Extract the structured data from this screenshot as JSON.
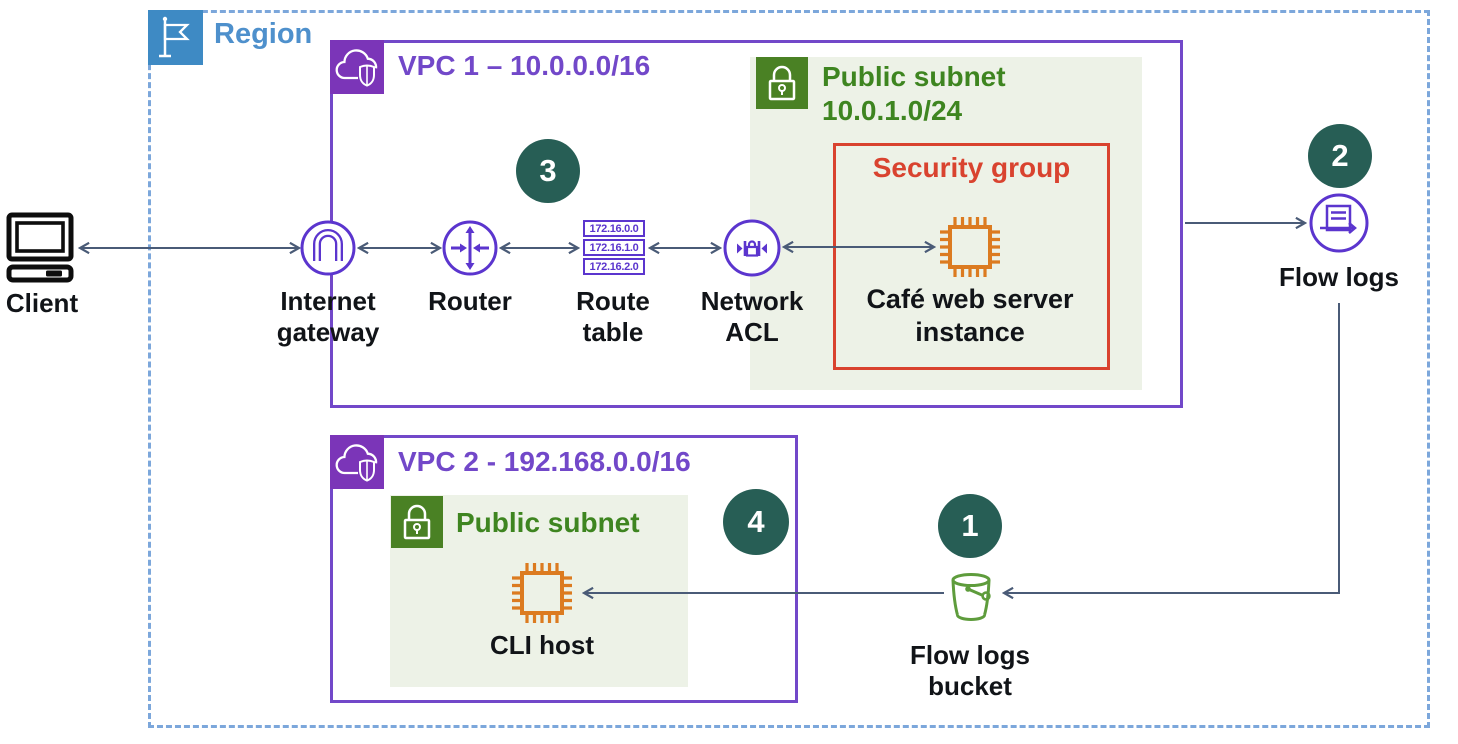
{
  "region": {
    "label": "Region"
  },
  "vpc1": {
    "label": "VPC 1 – 10.0.0.0/16"
  },
  "vpc2": {
    "label": "VPC 2 - 192.168.0.0/16"
  },
  "subnet1": {
    "line1": "Public subnet",
    "line2": "10.0.1.0/24"
  },
  "subnet2": {
    "label": "Public subnet"
  },
  "security_group": {
    "label": "Security group"
  },
  "route_table": {
    "entries": [
      "172.16.0.0",
      "172.16.1.0",
      "172.16.2.0"
    ]
  },
  "labels": {
    "client": "Client",
    "internet_gateway_line1": "Internet",
    "internet_gateway_line2": "gateway",
    "router": "Router",
    "route_table_line1": "Route",
    "route_table_line2": "table",
    "network_acl_line1": "Network",
    "network_acl_line2": "ACL",
    "cafe_server_line1": "Café web server",
    "cafe_server_line2": "instance",
    "flow_logs": "Flow logs",
    "bucket_line1": "Flow logs",
    "bucket_line2": "bucket",
    "cli_host": "CLI host"
  },
  "steps": {
    "s1": "1",
    "s2": "2",
    "s3": "3",
    "s4": "4"
  },
  "colors": {
    "region_blue_icon": "#3E8AC4",
    "region_text": "#4E90CC",
    "region_border": "#7CA7DB",
    "vpc_border_text": "#7248C9",
    "vpc_icon_bg": "#7B35B8",
    "purple_icon": "#5B35CE",
    "subnet_bg": "#EDF2E7",
    "subnet_icon_bg": "#4A8124",
    "green_text": "#3E8520",
    "security_group_red": "#D9432F",
    "instance_orange": "#DC7B20",
    "step_badge_teal": "#275E55",
    "bucket_green": "#5E9C3C",
    "connector_slate": "#4A5B77"
  }
}
